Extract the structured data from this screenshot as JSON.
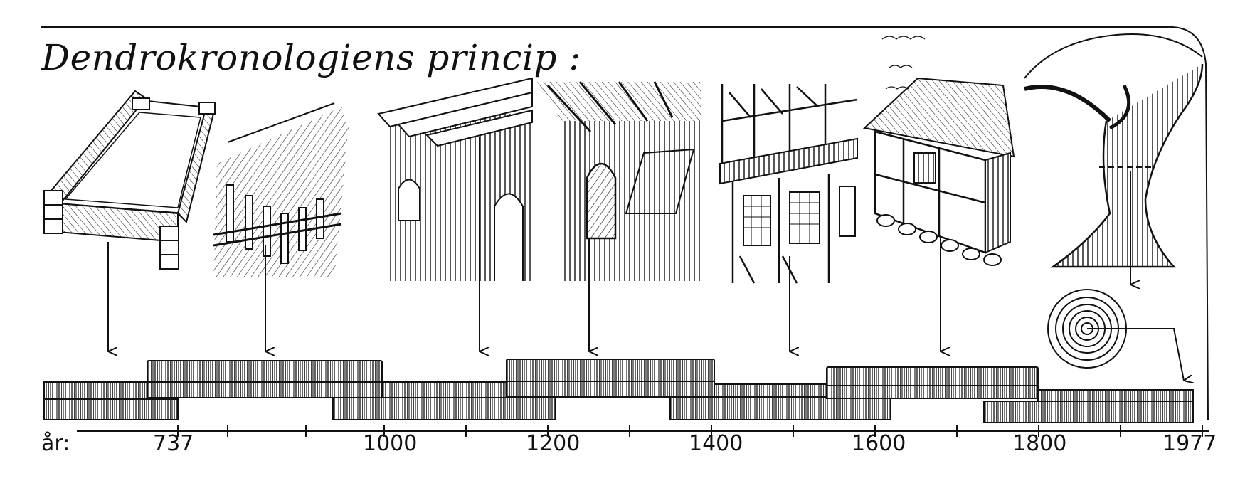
{
  "title": "Dendrokronologiens princip :",
  "axis": {
    "prefix": "år:",
    "years": [
      "737",
      "1000",
      "1200",
      "1400",
      "1600",
      "1800",
      "1977"
    ]
  },
  "scenes": [
    {
      "icon": "log-frame-icon"
    },
    {
      "icon": "palisade-wall-icon"
    },
    {
      "icon": "romanesque-wall-icon"
    },
    {
      "icon": "church-interior-icon"
    },
    {
      "icon": "timber-frame-icon"
    },
    {
      "icon": "half-timbered-house-icon"
    },
    {
      "icon": "tree-icon"
    }
  ]
}
